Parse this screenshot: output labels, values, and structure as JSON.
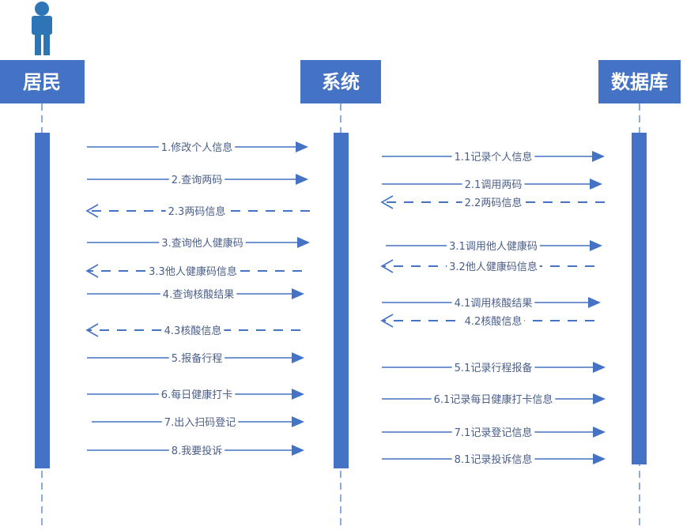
{
  "diagram": {
    "type": "sequence",
    "actor_icon": "person-icon",
    "colors": {
      "primary": "#4472c4",
      "lifeline": "#6a8fd0",
      "text": "#4a5e8a"
    },
    "participants": [
      {
        "id": "resident",
        "label": "居民"
      },
      {
        "id": "system",
        "label": "系统"
      },
      {
        "id": "database",
        "label": "数据库"
      }
    ],
    "messages": [
      {
        "label": "1.修改个人信息",
        "from": "resident",
        "to": "system",
        "style": "sync"
      },
      {
        "label": "1.1记录个人信息",
        "from": "system",
        "to": "database",
        "style": "sync"
      },
      {
        "label": "2.查询两码",
        "from": "resident",
        "to": "system",
        "style": "sync"
      },
      {
        "label": "2.1调用两码",
        "from": "system",
        "to": "database",
        "style": "sync"
      },
      {
        "label": "2.2两码信息",
        "from": "database",
        "to": "system",
        "style": "return"
      },
      {
        "label": "2.3两码信息",
        "from": "system",
        "to": "resident",
        "style": "return"
      },
      {
        "label": "3.查询他人健康码",
        "from": "resident",
        "to": "system",
        "style": "sync"
      },
      {
        "label": "3.1调用他人健康码",
        "from": "system",
        "to": "database",
        "style": "sync"
      },
      {
        "label": "3.2他人健康码信息",
        "from": "database",
        "to": "system",
        "style": "return"
      },
      {
        "label": "3.3他人健康码信息",
        "from": "system",
        "to": "resident",
        "style": "return"
      },
      {
        "label": "4.查询核酸结果",
        "from": "resident",
        "to": "system",
        "style": "sync"
      },
      {
        "label": "4.1调用核酸结果",
        "from": "system",
        "to": "database",
        "style": "sync"
      },
      {
        "label": "4.2核酸信息",
        "from": "database",
        "to": "system",
        "style": "return"
      },
      {
        "label": "4.3核酸信息",
        "from": "system",
        "to": "resident",
        "style": "return"
      },
      {
        "label": "5.报备行程",
        "from": "resident",
        "to": "system",
        "style": "sync"
      },
      {
        "label": "5.1记录行程报备",
        "from": "system",
        "to": "database",
        "style": "sync"
      },
      {
        "label": "6.每日健康打卡",
        "from": "resident",
        "to": "system",
        "style": "sync"
      },
      {
        "label": "6.1记录每日健康打卡信息",
        "from": "system",
        "to": "database",
        "style": "sync"
      },
      {
        "label": "7.出入扫码登记",
        "from": "resident",
        "to": "system",
        "style": "sync"
      },
      {
        "label": "7.1记录登记信息",
        "from": "system",
        "to": "database",
        "style": "sync"
      },
      {
        "label": "8.我要投诉",
        "from": "resident",
        "to": "system",
        "style": "sync"
      },
      {
        "label": "8.1记录投诉信息",
        "from": "system",
        "to": "database",
        "style": "sync"
      }
    ]
  }
}
